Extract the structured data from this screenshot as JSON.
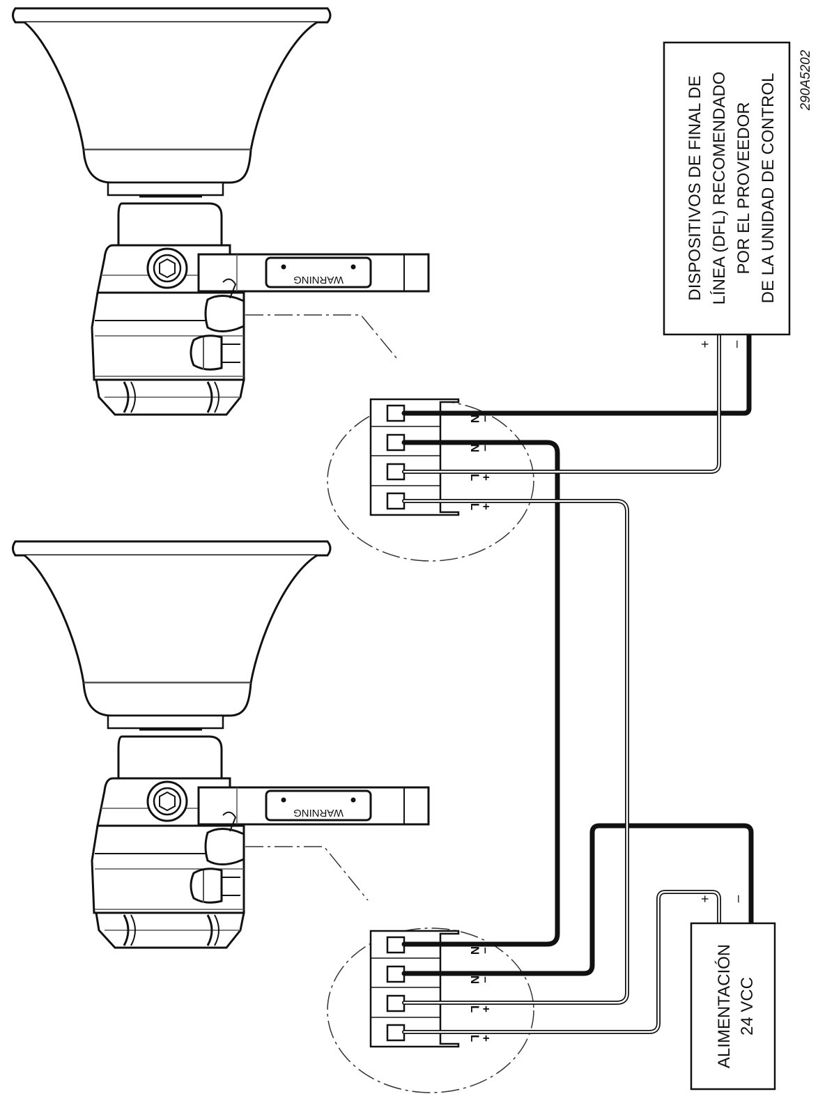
{
  "dfl_box": {
    "lines": [
      "DISPOSITIVOS DE FINAL DE",
      "LÍNEA (DFL) RECOMENDADO",
      "POR EL PROVEEDOR",
      "DE LA UNIDAD DE CONTROL"
    ],
    "plus": "+",
    "minus": "–"
  },
  "power_box": {
    "lines": [
      "ALIMENTACIÓN",
      "24 VCC"
    ],
    "plus": "+",
    "minus": "–"
  },
  "drawing_id": "290A5202",
  "horn_label": "WARNING",
  "terminals": {
    "top": [
      {
        "letter": "N",
        "sign": "–"
      },
      {
        "letter": "N",
        "sign": "–"
      },
      {
        "letter": "L",
        "sign": "+"
      },
      {
        "letter": "L",
        "sign": "+"
      }
    ],
    "bottom": [
      {
        "letter": "N",
        "sign": "–"
      },
      {
        "letter": "N",
        "sign": "–"
      },
      {
        "letter": "L",
        "sign": "+"
      },
      {
        "letter": "L",
        "sign": "+"
      }
    ]
  },
  "colors": {
    "negative_wire": "#111111",
    "positive_wire": "#777777",
    "line": "#111111"
  }
}
